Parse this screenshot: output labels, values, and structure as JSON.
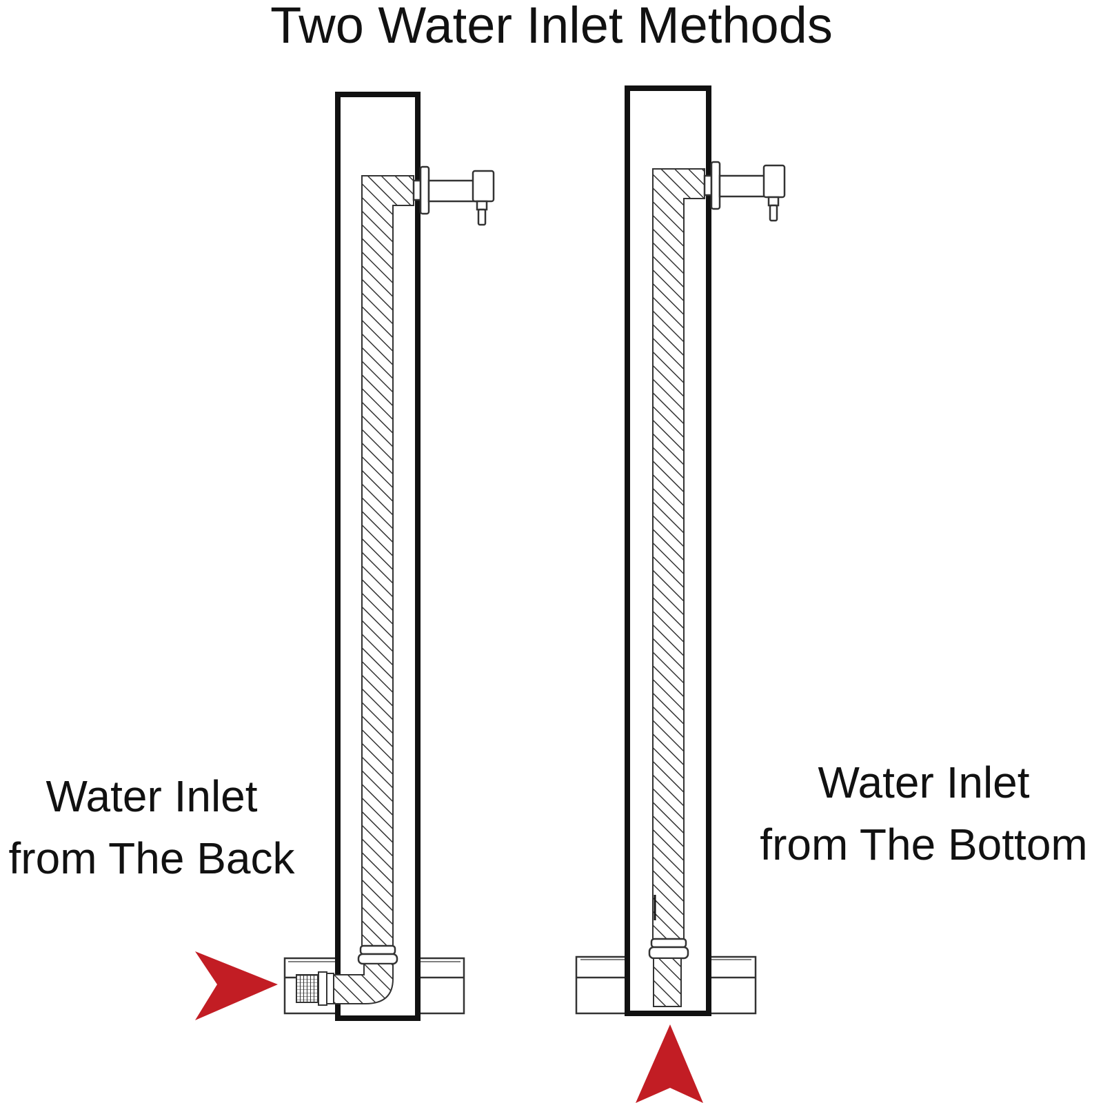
{
  "title": "Two Water Inlet Methods",
  "labels": {
    "back": {
      "line1": "Water Inlet",
      "line2": "from The Back"
    },
    "bottom": {
      "line1": "Water Inlet",
      "line2": "from The Bottom"
    }
  },
  "colors": {
    "outline": "#111111",
    "arrow": "#c21d24",
    "pipe_hatch": "#333333"
  },
  "icons": {
    "inlet_arrow": "red-triangle-arrow"
  }
}
